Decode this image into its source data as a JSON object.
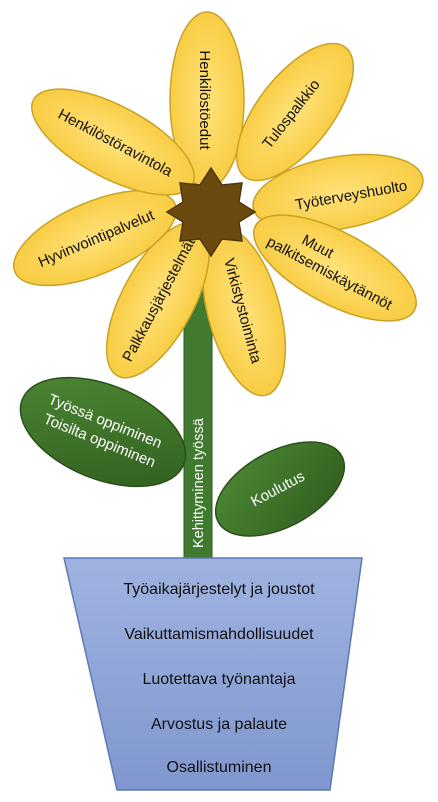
{
  "flower": {
    "petals": [
      "Henkilöstöedut",
      "Tulospalkkio",
      "Työterveyshuolto",
      "Muut",
      "palkitsemiskäytännöt",
      "Virkistystoiminta",
      "Palkkausjärjestelmät",
      "Hyvinvointipalvelut",
      "Henkilöstöravintola"
    ]
  },
  "stem": {
    "label": "Kehittyminen työssä"
  },
  "leaves": {
    "left": [
      "Työssä oppiminen",
      "Toisilta oppiminen"
    ],
    "right": "Koulutus"
  },
  "pot": {
    "items": [
      "Työaikajärjestelyt ja joustot",
      "Vaikuttamismahdollisuudet",
      "Luotettava työnantaja",
      "Arvostus ja palaute",
      "Osallistuminen"
    ]
  },
  "colors": {
    "petal_fill": "#FFD54A",
    "petal_stroke": "#C9A227",
    "center": "#6B4A10",
    "stem": "#3F7A2E",
    "leaf": "#3A6B26",
    "pot": "#8FA6D8"
  }
}
